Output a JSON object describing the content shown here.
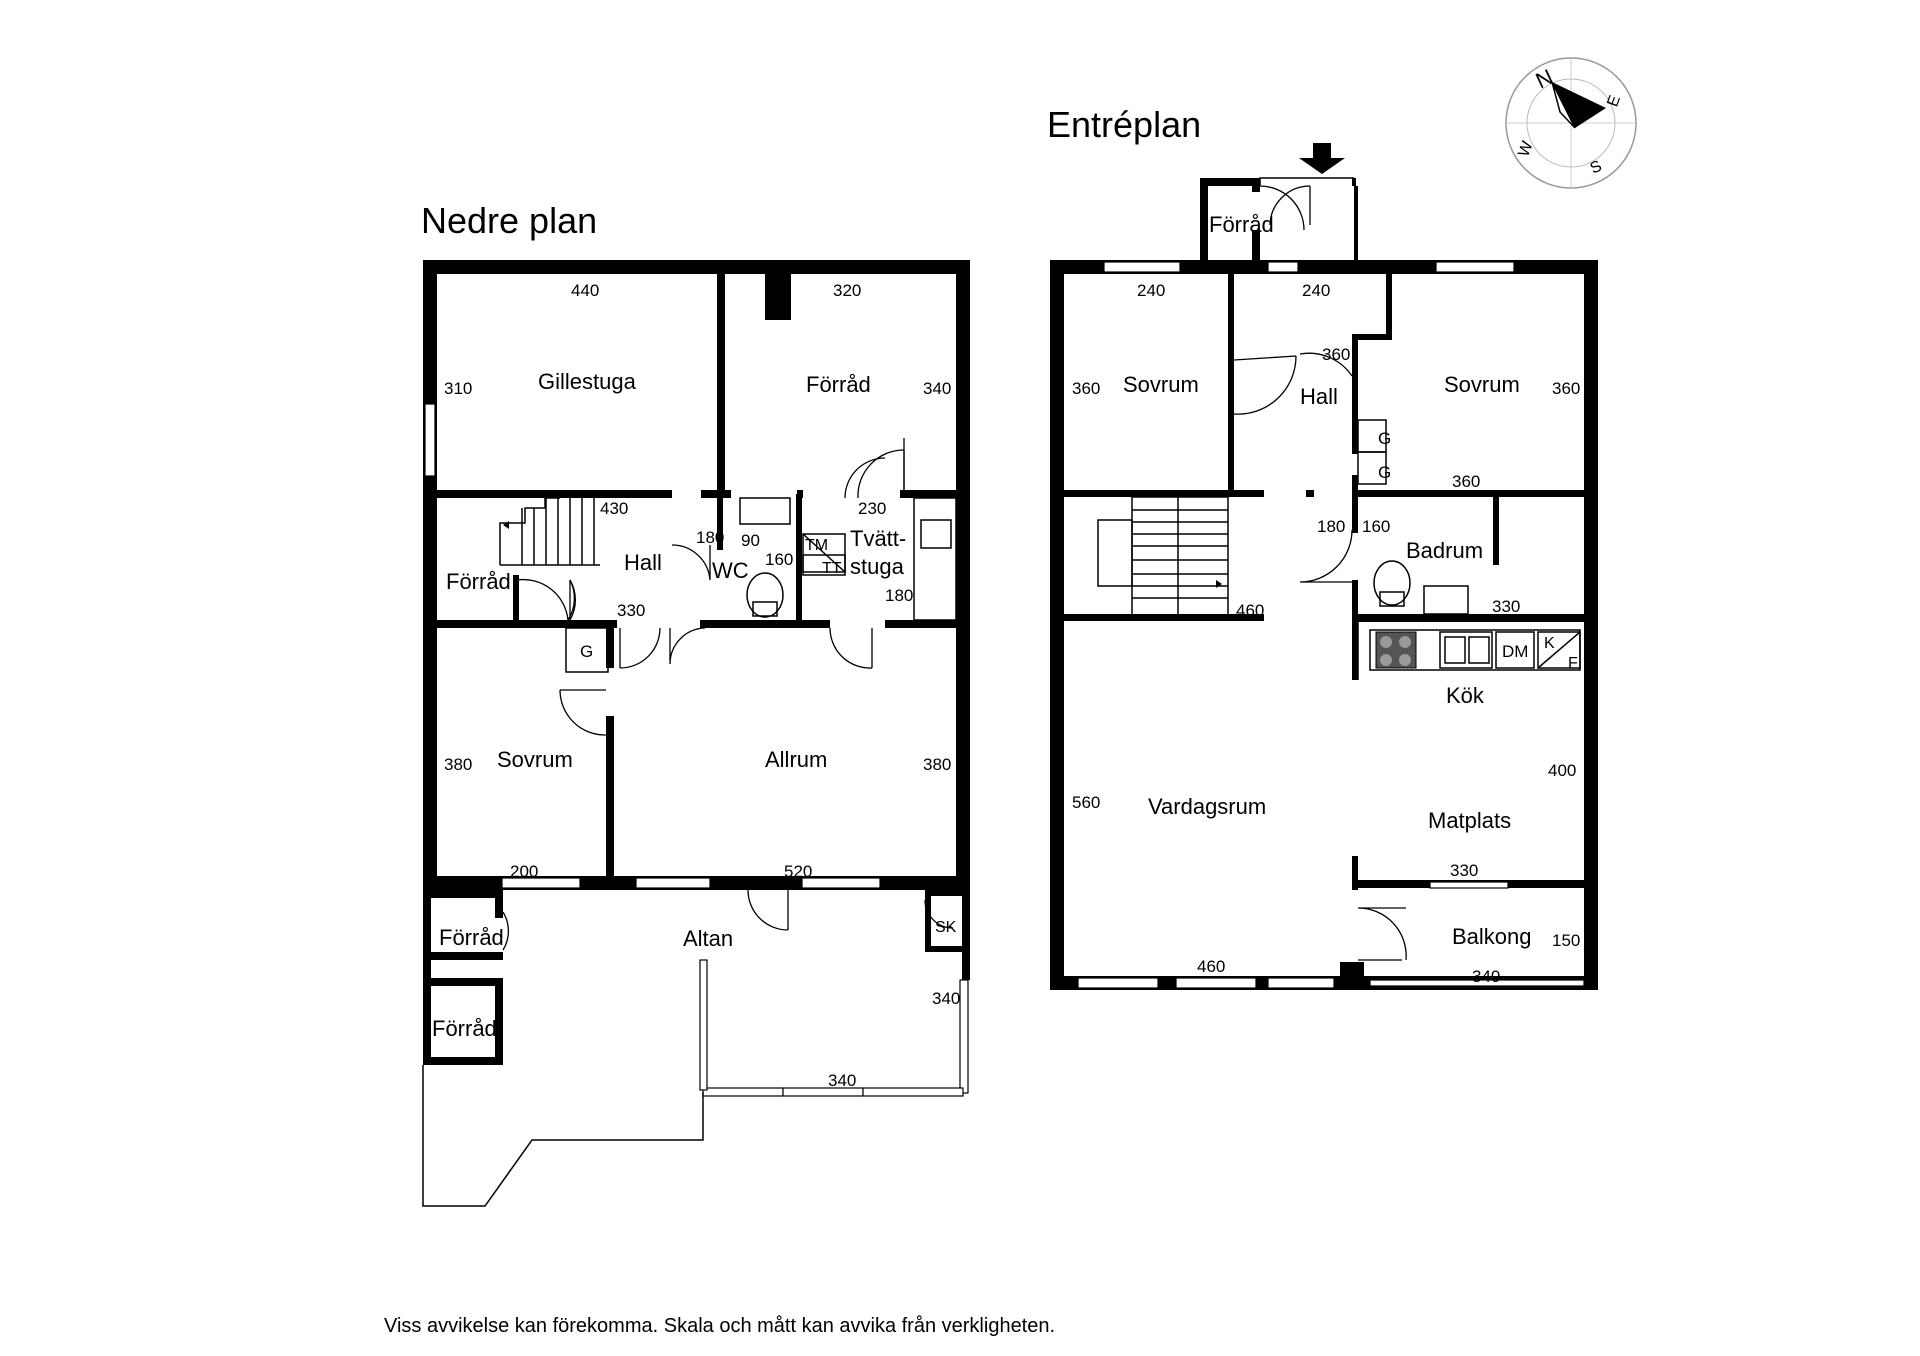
{
  "compass": {
    "n": "N",
    "e": "E",
    "s": "S",
    "w": "W"
  },
  "lower": {
    "title": "Nedre plan",
    "rooms": {
      "gillestuga": "Gillestuga",
      "forrad_top": "Förråd",
      "forrad_stair": "Förråd",
      "hall": "Hall",
      "wc": "WC",
      "tvatt1": "Tvätt-",
      "tvatt2": "stuga",
      "sovrum": "Sovrum",
      "allrum": "Allrum",
      "altan": "Altan",
      "forrad_out1": "Förråd",
      "forrad_out2": "Förråd"
    },
    "fixtures": {
      "g": "G",
      "tm": "TM",
      "tt": "TT",
      "sk": "SK"
    },
    "dims": {
      "d440": "440",
      "d320": "320",
      "d310": "310",
      "d340a": "340",
      "d430": "430",
      "d180a": "180",
      "d90": "90",
      "d160": "160",
      "d230": "230",
      "d180b": "180",
      "d330": "330",
      "d380a": "380",
      "d380b": "380",
      "d200": "200",
      "d520": "520",
      "d340b": "340",
      "d340c": "340"
    }
  },
  "entry": {
    "title": "Entréplan",
    "rooms": {
      "forrad": "Förråd",
      "sovrum_l": "Sovrum",
      "hall": "Hall",
      "sovrum_r": "Sovrum",
      "badrum": "Badrum",
      "kok": "Kök",
      "vardagsrum": "Vardagsrum",
      "matplats": "Matplats",
      "balkong": "Balkong"
    },
    "fixtures": {
      "g1": "G",
      "g2": "G",
      "dm": "DM",
      "k": "K",
      "f": "F"
    },
    "dims": {
      "d240a": "240",
      "d240b": "240",
      "d360a": "360",
      "d360b": "360",
      "d360c": "360",
      "d360d": "360",
      "d180": "180",
      "d160": "160",
      "d460a": "460",
      "d330a": "330",
      "d400": "400",
      "d560": "560",
      "d330b": "330",
      "d150": "150",
      "d460b": "460",
      "d340": "340"
    }
  },
  "disclaimer": "Viss avvikelse kan förekomma. Skala och mått kan avvika från verkligheten."
}
